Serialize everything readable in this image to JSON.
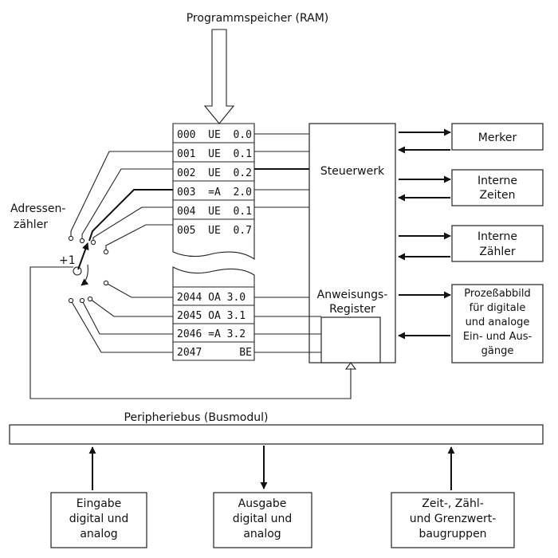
{
  "program_memory_label": "Programmspeicher (RAM)",
  "address_counter_label": [
    "Adressen-",
    "zähler"
  ],
  "increment_label": "+1",
  "program_rows_top": [
    "000  UE  0.0",
    "001  UE  0.1",
    "002  UE  0.2",
    "003  =A  2.0",
    "004  UE  0.1",
    "005  UE  0.7"
  ],
  "program_rows_bottom": [
    "2044 OA 3.0",
    "2045 OA 3.1",
    "2046 =A 3.2",
    "2047      BE"
  ],
  "control_unit": {
    "steuerwerk": "Steuerwerk",
    "register_label": [
      "Anweisungs-",
      "Register"
    ]
  },
  "right_boxes": [
    {
      "id": "merker",
      "lines": [
        "Merker"
      ]
    },
    {
      "id": "interne-zeiten",
      "lines": [
        "Interne",
        "Zeiten"
      ]
    },
    {
      "id": "interne-zaehler",
      "lines": [
        "Interne",
        "Zähler"
      ]
    },
    {
      "id": "prozessabbild",
      "lines": [
        "Prozeßabbild",
        "für digitale",
        "und analoge",
        "Ein- und Aus-",
        "gänge"
      ]
    }
  ],
  "bus_label": "Peripheriebus  (Busmodul)",
  "bottom_boxes": [
    {
      "id": "eingabe",
      "lines": [
        "Eingabe",
        "digital und",
        "analog"
      ]
    },
    {
      "id": "ausgabe",
      "lines": [
        "Ausgabe",
        "digital und",
        "analog"
      ]
    },
    {
      "id": "zeit-zaehl",
      "lines": [
        "Zeit-, Zähl-",
        "und Grenzwert-",
        "baugruppen"
      ]
    }
  ]
}
